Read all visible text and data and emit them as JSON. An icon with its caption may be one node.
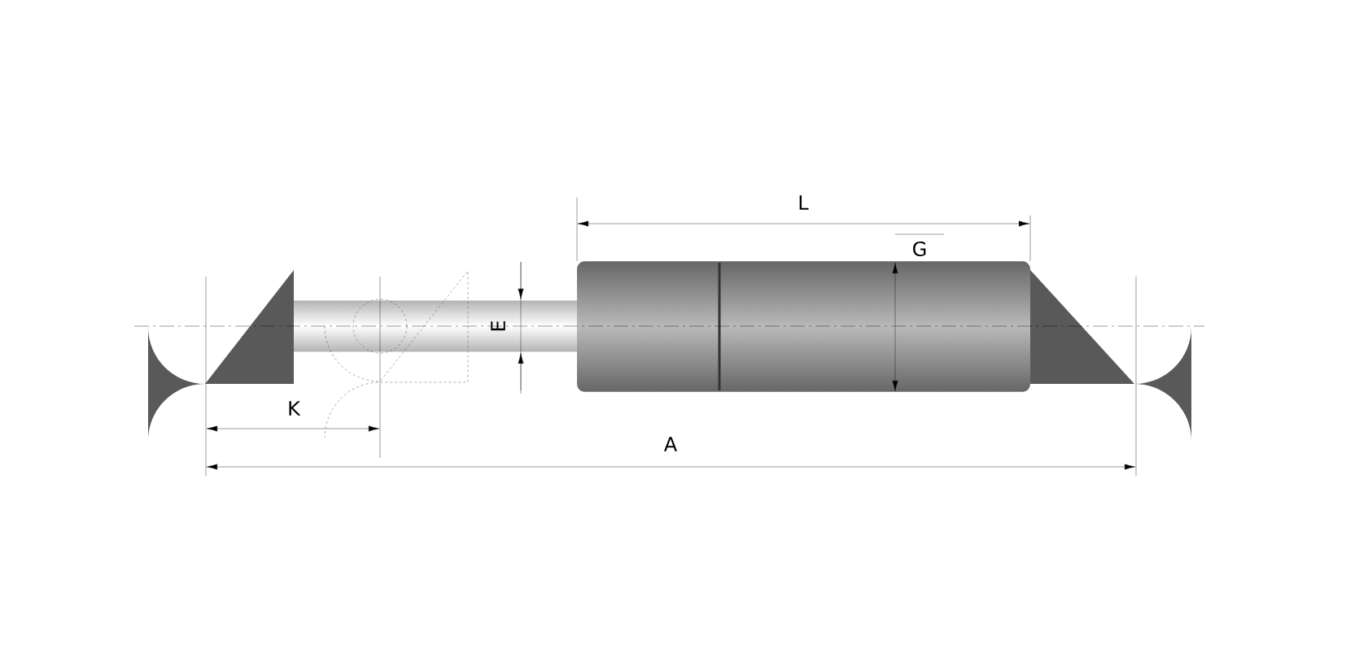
{
  "diagram": {
    "labels": [
      "L",
      "G",
      "E",
      "K",
      "A"
    ]
  }
}
